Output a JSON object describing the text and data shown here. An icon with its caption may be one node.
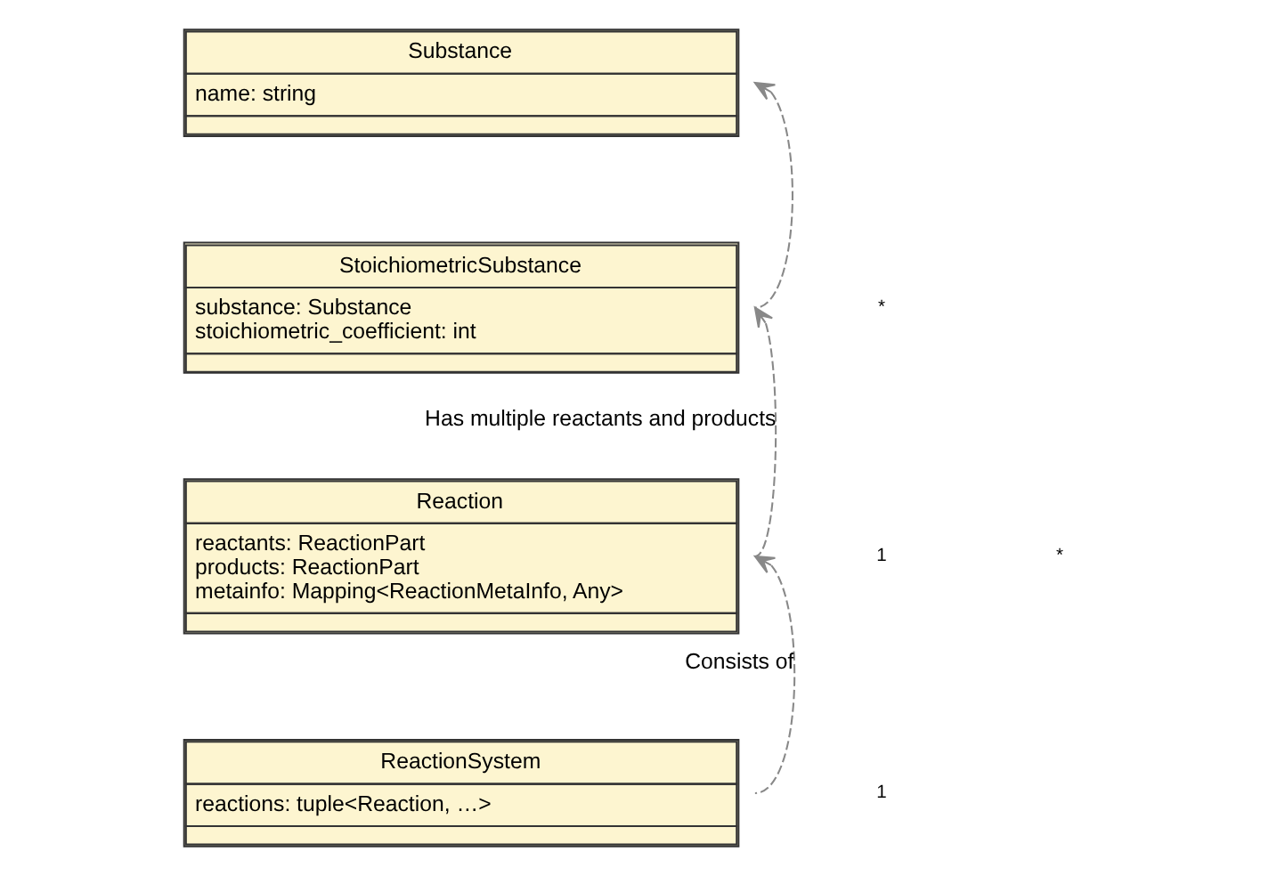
{
  "diagram": {
    "nodes": [
      {
        "text": [
          "Substance",
          "name: string"
        ]
      },
      {
        "text": [
          "StoichiometricSubstance",
          "substance: Substance",
          "stoichiometric_coefficient: int"
        ]
      },
      {
        "text": [
          "Reaction",
          "reactants: ReactionPart",
          "products: ReactionPart",
          "metainfo: Mapping<ReactionMetaInfo, Any>"
        ]
      },
      {
        "text": [
          "ReactionSystem",
          "reactions: tuple<Reaction, …>"
        ]
      }
    ],
    "edges": [
      {
        "from": 1,
        "to": 0,
        "arrow": "to",
        "style": "dashed"
      },
      {
        "from": 2,
        "to": 1,
        "arrow": "to",
        "style": "dashed",
        "label": "Has multiple reactants and products"
      },
      {
        "from": 3,
        "to": 2,
        "arrow": "to",
        "style": "dashed",
        "label": "Consists of"
      }
    ],
    "labels": [
      "*",
      "1",
      "*",
      "1"
    ]
  }
}
